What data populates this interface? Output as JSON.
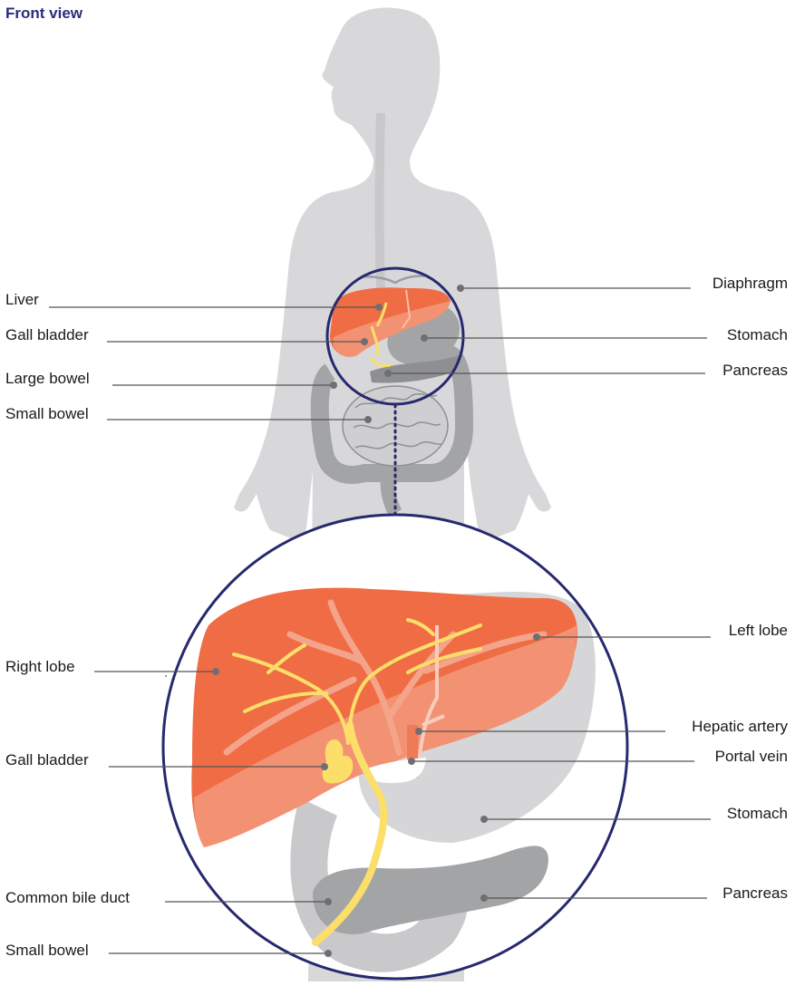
{
  "title": "Front view",
  "top_labels_left": [
    "Liver",
    "Gall bladder",
    "Large bowel",
    "Small bowel"
  ],
  "top_labels_right": [
    "Diaphragm",
    "Stomach",
    "Pancreas"
  ],
  "detail_labels_left": [
    "Right lobe",
    "Gall bladder",
    "Common bile duct",
    "Small bowel"
  ],
  "detail_labels_right": [
    "Left lobe",
    "Hepatic artery",
    "Portal vein",
    "Stomach",
    "Pancreas"
  ],
  "colors": {
    "title": "#2a2c7c",
    "body": "#d8d8da",
    "organ_grey": "#a3a4a6",
    "liver": "#ef6c45",
    "liver_light": "#f39273",
    "bile": "#fbdf6a",
    "circle": "#26296e",
    "leader": "#555555"
  }
}
